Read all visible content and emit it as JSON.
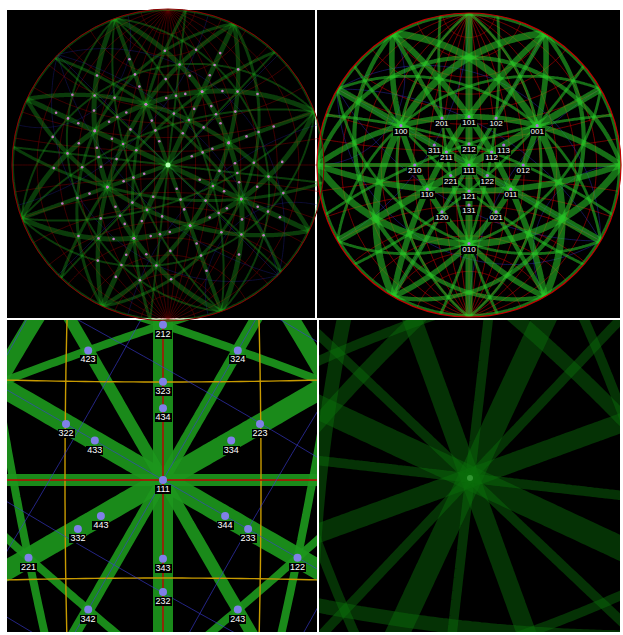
{
  "diagram": {
    "labels": [
      "111",
      "211",
      "121",
      "112",
      "221",
      "212",
      "122",
      "113",
      "131",
      "311",
      "110",
      "101",
      "011",
      "100",
      "010",
      "001",
      "120",
      "210",
      "102",
      "201",
      "012",
      "021",
      "212",
      "423",
      "324",
      "323",
      "434",
      "322",
      "433",
      "334",
      "223",
      "111",
      "443",
      "344",
      "332",
      "233",
      "221",
      "122",
      "343",
      "232",
      "342",
      "243"
    ]
  }
}
